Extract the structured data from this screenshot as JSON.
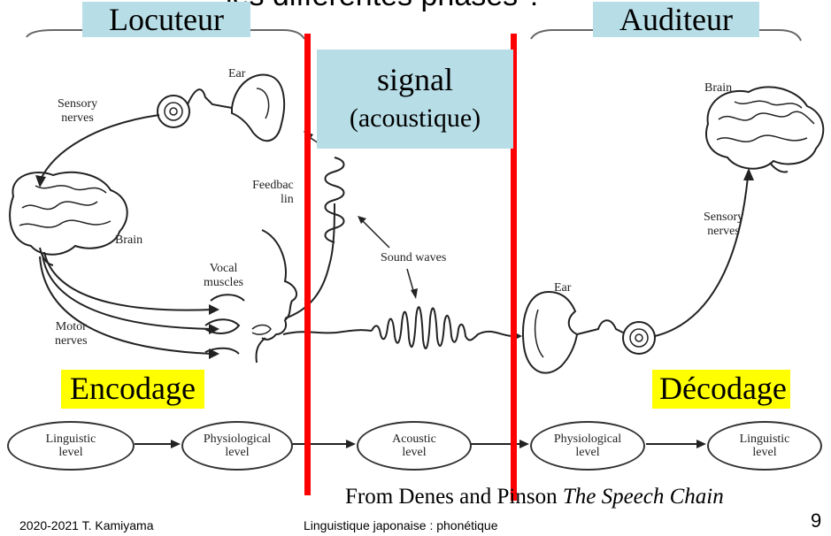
{
  "header": {
    "partial_title": "les différentes phases ?"
  },
  "speaker_label": "Locuteur",
  "listener_label": "Auditeur",
  "signal_label": {
    "line1": "signal",
    "line2": "(acoustique)"
  },
  "encoding_label": "Encodage",
  "decoding_label": "Décodage",
  "diagram": {
    "ear_left": "Ear",
    "sensory_nerves_left": [
      "Sensory",
      "nerves"
    ],
    "brain_left": "Brain",
    "feedback_link": [
      "Feedbac",
      "lin"
    ],
    "vocal_muscles": [
      "Vocal",
      "muscles"
    ],
    "motor_nerves": [
      "Motor",
      "nerves"
    ],
    "sound_waves": "Sound waves",
    "brain_right": "Brain",
    "sensory_nerves_right": [
      "Sensory",
      "nerves"
    ],
    "ear_right": "Ear",
    "levels": [
      {
        "line1": "Linguistic",
        "line2": "level"
      },
      {
        "line1": "Physiological",
        "line2": "level"
      },
      {
        "line1": "Acoustic",
        "line2": "level"
      },
      {
        "line1": "Physiological",
        "line2": "level"
      },
      {
        "line1": "Linguistic",
        "line2": "level"
      }
    ]
  },
  "citation": {
    "prefix": "From Denes and Pinson ",
    "title": "The Speech Chain"
  },
  "footer": {
    "left": "2020-2021  T. Kamiyama",
    "center": "Linguistique japonaise : phonétique",
    "page": "9"
  }
}
